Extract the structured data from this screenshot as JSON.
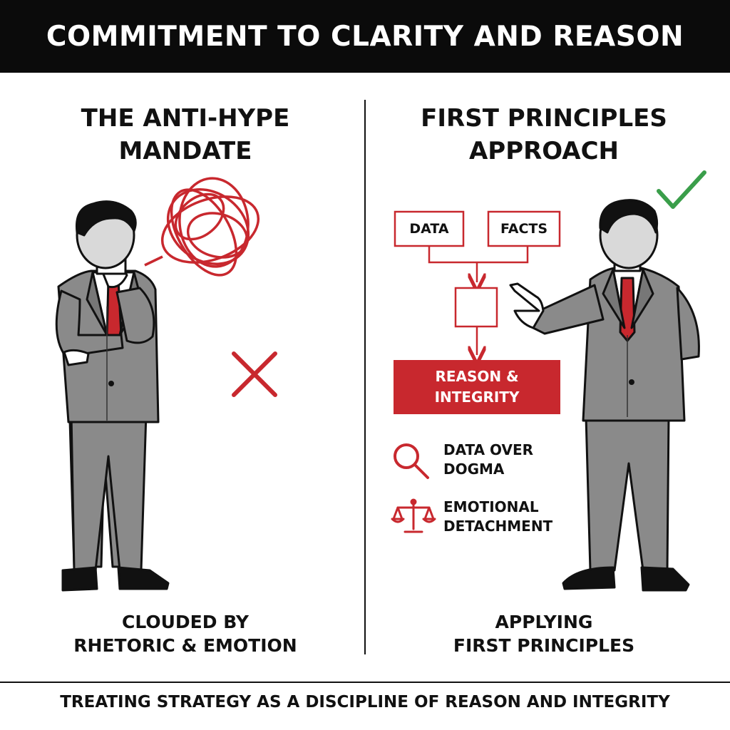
{
  "header": {
    "title": "COMMITMENT TO CLARITY AND REASON"
  },
  "left": {
    "title_line1": "THE ANTI-HYPE",
    "title_line2": "MANDATE",
    "caption_line1": "CLOUDED BY",
    "caption_line2": "RHETORIC & EMOTION",
    "icons": [
      "tangled-scribble-icon",
      "x-mark-icon"
    ]
  },
  "right": {
    "title_line1": "FIRST PRINCIPLES",
    "title_line2": "APPROACH",
    "flow": {
      "box_data": "DATA",
      "box_facts": "FACTS",
      "result_line1": "REASON &",
      "result_line2": "INTEGRITY"
    },
    "principles": [
      {
        "icon": "magnifier-icon",
        "line1": "DATA OVER",
        "line2": "DOGMA"
      },
      {
        "icon": "scales-icon",
        "line1": "EMOTIONAL",
        "line2": "DETACHMENT"
      }
    ],
    "caption_line1": "APPLYING",
    "caption_line2": "FIRST PRINCIPLES",
    "icons": [
      "check-mark-icon"
    ]
  },
  "footer": {
    "text": "TREATING STRATEGY AS A DISCIPLINE OF REASON AND INTEGRITY"
  },
  "colors": {
    "accent_red": "#c8282e",
    "accent_green": "#3a9e4a",
    "header_bg": "#0b0b0b",
    "suit_gray": "#8a8a8a"
  }
}
